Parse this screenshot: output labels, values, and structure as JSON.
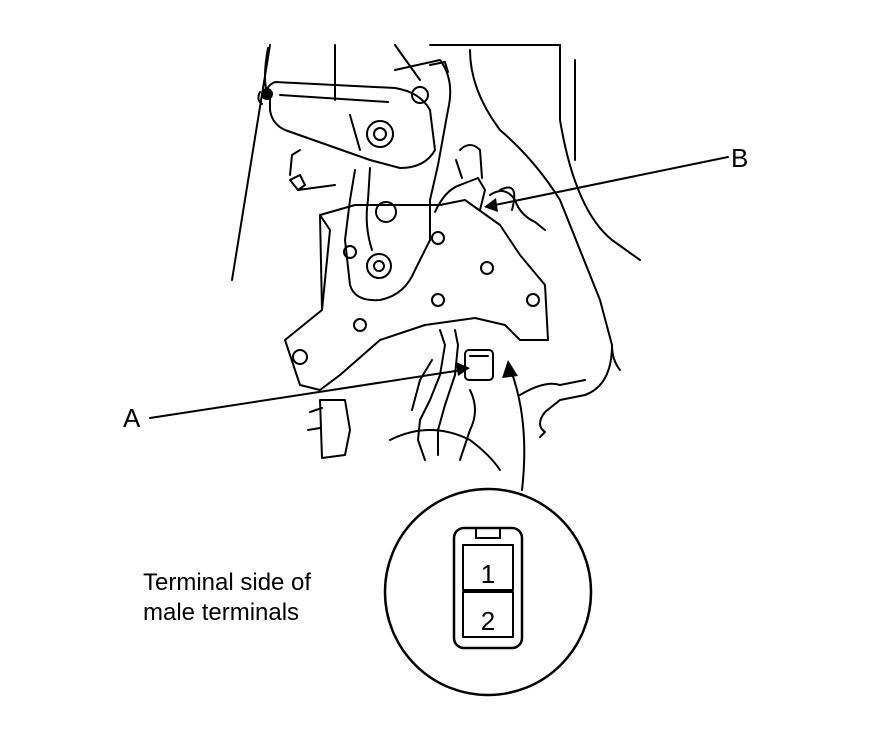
{
  "callouts": {
    "a": "A",
    "b": "B"
  },
  "caption": {
    "line1": "Terminal side of",
    "line2": "male terminals"
  },
  "connector": {
    "pin1": "1",
    "pin2": "2"
  },
  "colors": {
    "ink": "#000000",
    "paper": "#ffffff"
  }
}
